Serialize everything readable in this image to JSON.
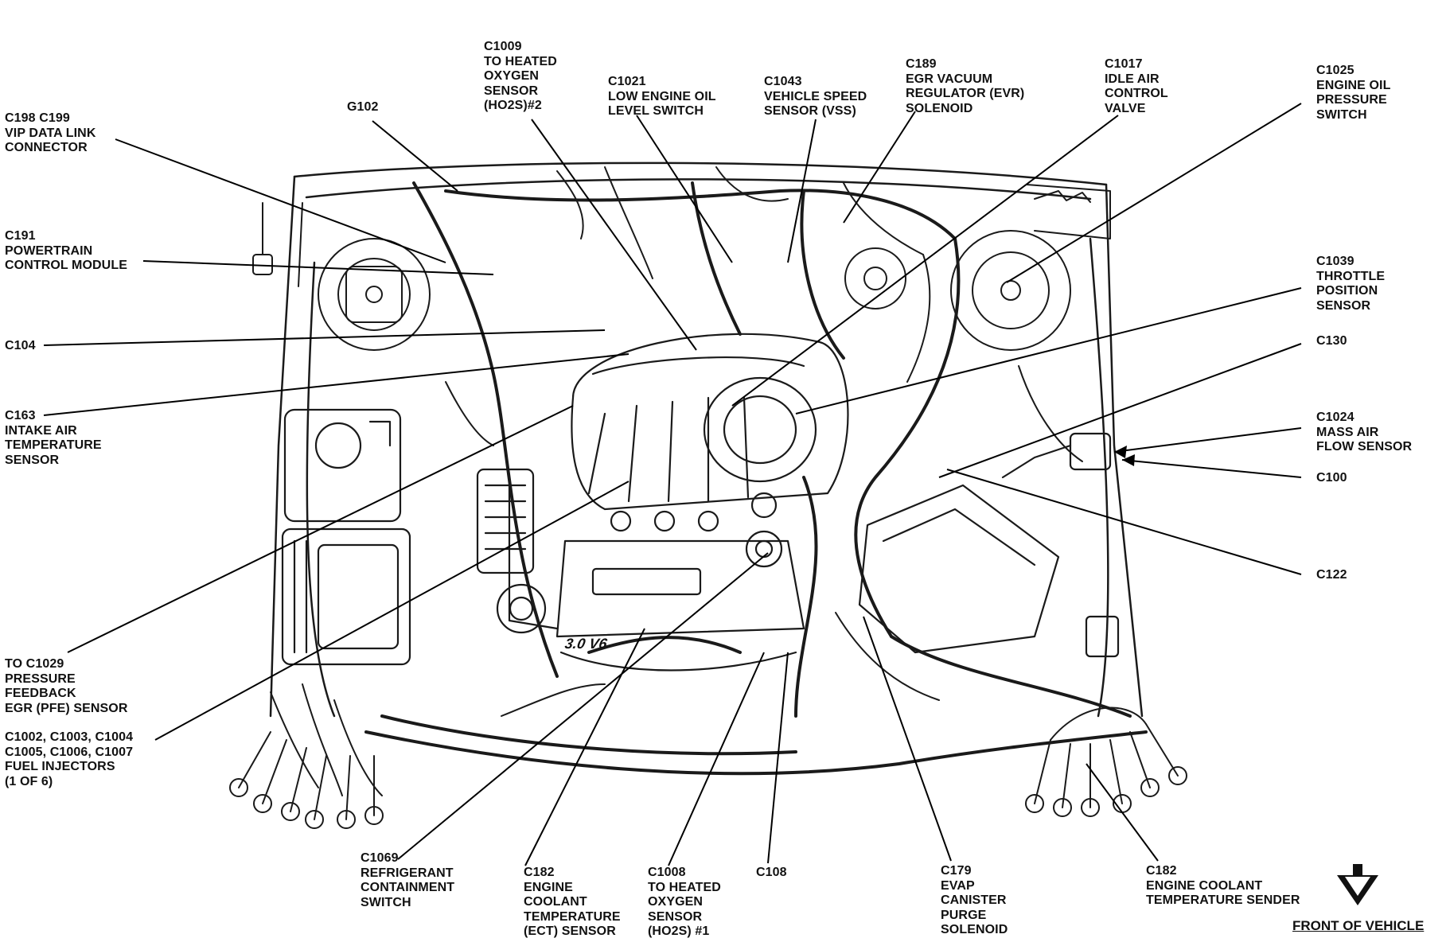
{
  "labels": [
    {
      "id": "c1009",
      "lines": [
        "C1009",
        "TO HEATED",
        "OXYGEN",
        "SENSOR",
        "(HO2S)#2"
      ]
    },
    {
      "id": "c1021",
      "lines": [
        "C1021",
        "LOW ENGINE OIL",
        "LEVEL SWITCH"
      ]
    },
    {
      "id": "c1043",
      "lines": [
        "C1043",
        "VEHICLE SPEED",
        "SENSOR (VSS)"
      ]
    },
    {
      "id": "c189",
      "lines": [
        "C189",
        "EGR VACUUM",
        "REGULATOR (EVR)",
        "SOLENOID"
      ]
    },
    {
      "id": "c1017",
      "lines": [
        "C1017",
        "IDLE AIR",
        "CONTROL",
        "VALVE"
      ]
    },
    {
      "id": "c1025",
      "lines": [
        "C1025",
        "ENGINE OIL",
        "PRESSURE",
        "SWITCH"
      ]
    },
    {
      "id": "g102",
      "lines": [
        "G102"
      ]
    },
    {
      "id": "c198",
      "lines": [
        "C198 C199",
        "VIP DATA LINK",
        "CONNECTOR"
      ]
    },
    {
      "id": "c191",
      "lines": [
        "C191",
        "POWERTRAIN",
        "CONTROL MODULE"
      ]
    },
    {
      "id": "c104",
      "lines": [
        "C104"
      ]
    },
    {
      "id": "c163",
      "lines": [
        "C163",
        "INTAKE AIR",
        "TEMPERATURE",
        "SENSOR"
      ]
    },
    {
      "id": "c1029",
      "lines": [
        "TO C1029",
        "PRESSURE",
        "FEEDBACK",
        "EGR (PFE) SENSOR"
      ]
    },
    {
      "id": "c1002",
      "lines": [
        "C1002, C1003, C1004",
        "C1005, C1006, C1007",
        "FUEL INJECTORS",
        "(1 OF 6)"
      ]
    },
    {
      "id": "c1039",
      "lines": [
        "C1039",
        "THROTTLE",
        "POSITION",
        "SENSOR"
      ]
    },
    {
      "id": "c130",
      "lines": [
        "C130"
      ]
    },
    {
      "id": "c1024",
      "lines": [
        "C1024",
        "MASS AIR",
        "FLOW SENSOR"
      ]
    },
    {
      "id": "c100",
      "lines": [
        "C100"
      ]
    },
    {
      "id": "c122",
      "lines": [
        "C122"
      ]
    },
    {
      "id": "c1069",
      "lines": [
        "C1069",
        "REFRIGERANT",
        "CONTAINMENT",
        "SWITCH"
      ]
    },
    {
      "id": "c182a",
      "lines": [
        "C182",
        "ENGINE",
        "COOLANT",
        "TEMPERATURE",
        "(ECT) SENSOR"
      ]
    },
    {
      "id": "c1008",
      "lines": [
        "C1008",
        "TO HEATED",
        "OXYGEN",
        "SENSOR",
        "(HO2S) #1"
      ]
    },
    {
      "id": "c108",
      "lines": [
        "C108"
      ]
    },
    {
      "id": "c179",
      "lines": [
        "C179",
        "EVAP",
        "CANISTER",
        "PURGE",
        "SOLENOID"
      ]
    },
    {
      "id": "c182b",
      "lines": [
        "C182",
        "ENGINE COOLANT",
        "TEMPERATURE SENDER"
      ]
    }
  ],
  "engine_badge": "3.0 V6",
  "front_label": "FRONT OF VEHICLE",
  "front_icon": "front-arrow-icon"
}
